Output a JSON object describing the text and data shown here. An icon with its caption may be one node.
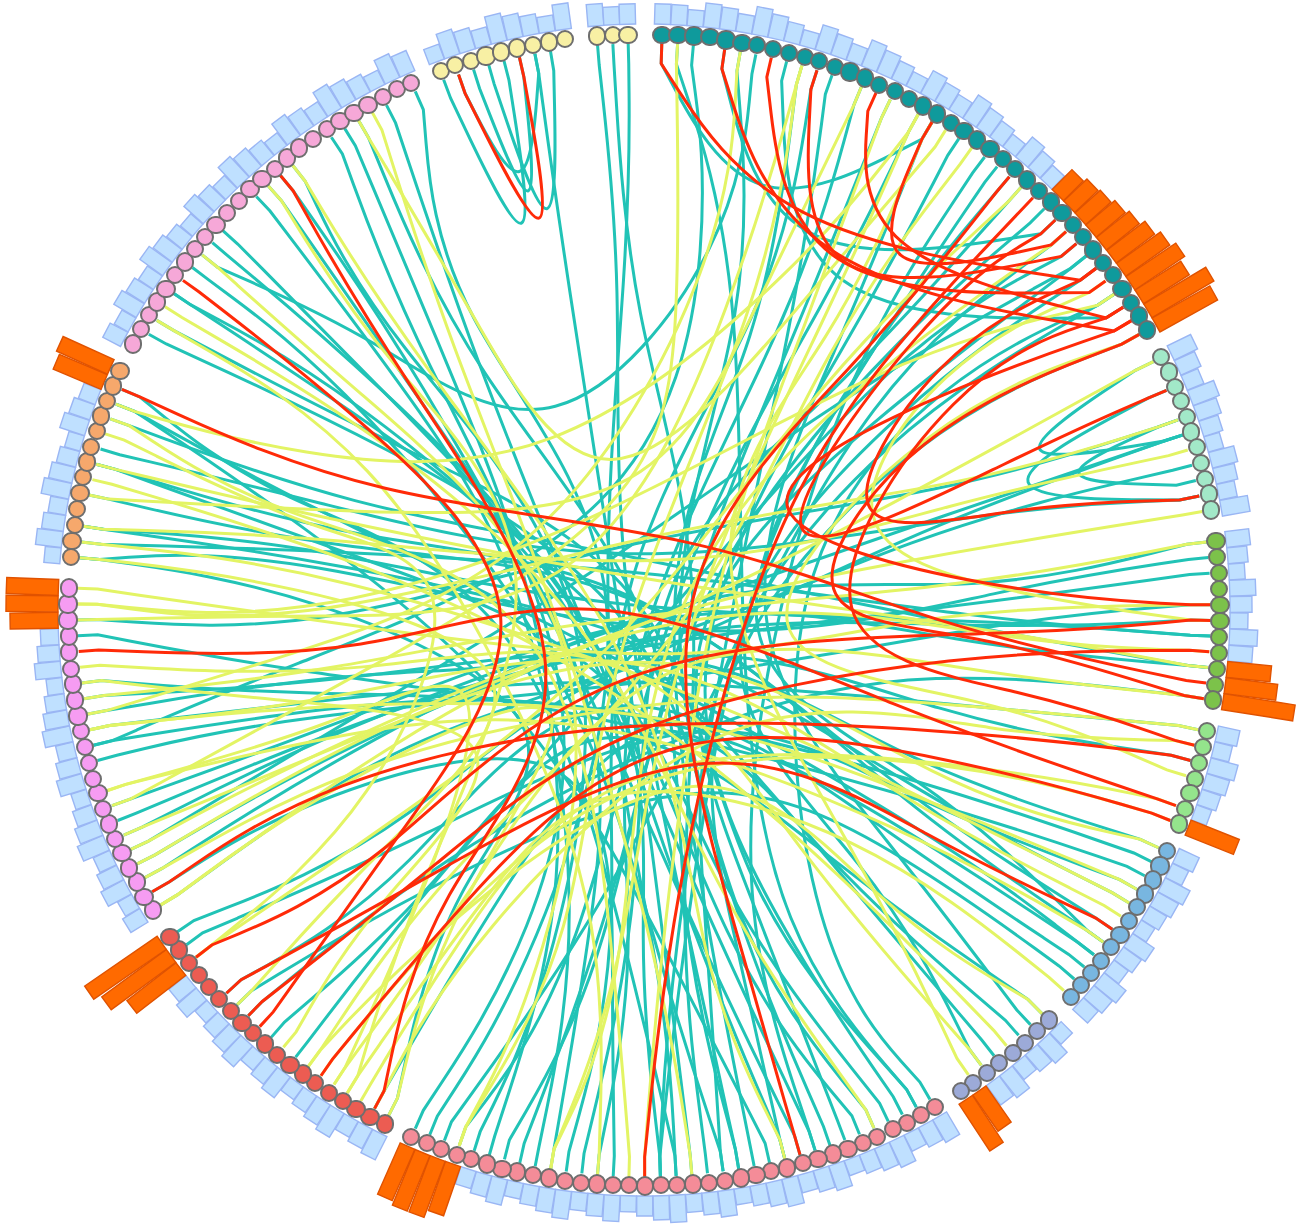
{
  "diagram": {
    "nodes": [
      {
        "text": [],
        "shape": "circle"
      },
      {
        "text": [],
        "shape": "circle"
      },
      {
        "text": [],
        "shape": "circle"
      },
      {
        "text": [],
        "shape": "circle"
      },
      {
        "text": [],
        "shape": "circle"
      },
      {
        "text": [],
        "shape": "circle"
      },
      {
        "text": [],
        "shape": "circle"
      },
      {
        "text": [],
        "shape": "circle"
      },
      {
        "text": [],
        "shape": "circle"
      },
      {
        "text": [],
        "shape": "circle"
      },
      {
        "text": [],
        "shape": "circle"
      },
      {
        "text": [],
        "shape": "circle"
      },
      {
        "text": [],
        "shape": "circle"
      },
      {
        "text": [],
        "shape": "circle"
      },
      {
        "text": [],
        "shape": "circle"
      },
      {
        "text": [],
        "shape": "circle"
      },
      {
        "text": [],
        "shape": "circle"
      },
      {
        "text": [],
        "shape": "circle"
      },
      {
        "text": [],
        "shape": "circle"
      },
      {
        "text": [],
        "shape": "circle"
      },
      {
        "text": [],
        "shape": "circle"
      },
      {
        "text": [],
        "shape": "circle"
      },
      {
        "text": [],
        "shape": "circle"
      },
      {
        "text": [],
        "shape": "circle"
      },
      {
        "text": [],
        "shape": "circle"
      },
      {
        "text": [],
        "shape": "circle"
      },
      {
        "text": [],
        "shape": "circle"
      },
      {
        "text": [],
        "shape": "circle"
      },
      {
        "text": [],
        "shape": "circle"
      },
      {
        "text": [],
        "shape": "circle"
      },
      {
        "text": [],
        "shape": "circle"
      },
      {
        "text": [],
        "shape": "circle"
      },
      {
        "text": [],
        "shape": "circle"
      },
      {
        "text": [],
        "shape": "circle"
      },
      {
        "text": [],
        "shape": "circle"
      },
      {
        "text": [],
        "shape": "circle"
      },
      {
        "text": [],
        "shape": "circle"
      },
      {
        "text": [],
        "shape": "circle"
      },
      {
        "text": [],
        "shape": "circle"
      },
      {
        "text": [],
        "shape": "circle"
      },
      {
        "text": [],
        "shape": "circle"
      },
      {
        "text": [],
        "shape": "circle"
      },
      {
        "text": [],
        "shape": "circle"
      },
      {
        "text": [],
        "shape": "circle"
      },
      {
        "text": [],
        "shape": "circle"
      },
      {
        "text": [],
        "shape": "circle"
      },
      {
        "text": [],
        "shape": "circle"
      },
      {
        "text": [],
        "shape": "circle"
      },
      {
        "text": [],
        "shape": "circle"
      },
      {
        "text": [],
        "shape": "circle"
      },
      {
        "text": [],
        "shape": "circle"
      },
      {
        "text": [],
        "shape": "circle"
      },
      {
        "text": [],
        "shape": "circle"
      },
      {
        "text": [],
        "shape": "circle"
      },
      {
        "text": [],
        "shape": "circle"
      },
      {
        "text": [],
        "shape": "circle"
      },
      {
        "text": [],
        "shape": "circle"
      },
      {
        "text": [],
        "shape": "circle"
      },
      {
        "text": [],
        "shape": "circle"
      },
      {
        "text": [],
        "shape": "circle"
      },
      {
        "text": [],
        "shape": "circle"
      },
      {
        "text": [],
        "shape": "circle"
      },
      {
        "text": [],
        "shape": "circle"
      },
      {
        "text": [],
        "shape": "circle"
      },
      {
        "text": [],
        "shape": "circle"
      },
      {
        "text": [],
        "shape": "circle"
      },
      {
        "text": [],
        "shape": "circle"
      },
      {
        "text": [],
        "shape": "circle"
      },
      {
        "text": [],
        "shape": "circle"
      },
      {
        "text": [],
        "shape": "circle"
      },
      {
        "text": [],
        "shape": "circle"
      },
      {
        "text": [],
        "shape": "circle"
      },
      {
        "text": [],
        "shape": "circle"
      },
      {
        "text": [],
        "shape": "circle"
      },
      {
        "text": [],
        "shape": "circle"
      },
      {
        "text": [],
        "shape": "circle"
      },
      {
        "text": [],
        "shape": "circle"
      },
      {
        "text": [],
        "shape": "circle"
      },
      {
        "text": [],
        "shape": "circle"
      },
      {
        "text": [],
        "shape": "circle"
      },
      {
        "text": [],
        "shape": "circle"
      },
      {
        "text": [],
        "shape": "circle"
      },
      {
        "text": [],
        "shape": "circle"
      },
      {
        "text": [],
        "shape": "circle"
      },
      {
        "text": [],
        "shape": "circle"
      },
      {
        "text": [],
        "shape": "circle"
      },
      {
        "text": [],
        "shape": "circle"
      },
      {
        "text": [],
        "shape": "circle"
      },
      {
        "text": [],
        "shape": "circle"
      },
      {
        "text": [],
        "shape": "circle"
      },
      {
        "text": [],
        "shape": "circle"
      },
      {
        "text": [],
        "shape": "circle"
      },
      {
        "text": [],
        "shape": "circle"
      },
      {
        "text": [],
        "shape": "circle"
      },
      {
        "text": [],
        "shape": "circle"
      },
      {
        "text": [],
        "shape": "circle"
      },
      {
        "text": [],
        "shape": "circle"
      },
      {
        "text": [],
        "shape": "circle"
      },
      {
        "text": [],
        "shape": "circle"
      },
      {
        "text": [],
        "shape": "circle"
      },
      {
        "text": [],
        "shape": "circle"
      },
      {
        "text": [],
        "shape": "circle"
      },
      {
        "text": [],
        "shape": "circle"
      },
      {
        "text": [],
        "shape": "circle"
      },
      {
        "text": [],
        "shape": "circle"
      },
      {
        "text": [],
        "shape": "circle"
      },
      {
        "text": [],
        "shape": "circle"
      },
      {
        "text": [],
        "shape": "circle"
      },
      {
        "text": [],
        "shape": "circle"
      },
      {
        "text": [],
        "shape": "circle"
      },
      {
        "text": [],
        "shape": "circle"
      },
      {
        "text": [],
        "shape": "circle"
      },
      {
        "text": [],
        "shape": "circle"
      },
      {
        "text": [],
        "shape": "circle"
      },
      {
        "text": [],
        "shape": "circle"
      },
      {
        "text": [],
        "shape": "circle"
      },
      {
        "text": [],
        "shape": "circle"
      },
      {
        "text": [],
        "shape": "circle"
      },
      {
        "text": [],
        "shape": "circle"
      },
      {
        "text": [],
        "shape": "circle"
      },
      {
        "text": [],
        "shape": "circle"
      },
      {
        "text": [],
        "shape": "circle"
      },
      {
        "text": [],
        "shape": "circle"
      },
      {
        "text": [],
        "shape": "circle"
      },
      {
        "text": [],
        "shape": "circle"
      },
      {
        "text": [],
        "shape": "circle"
      },
      {
        "text": [],
        "shape": "circle"
      },
      {
        "text": [],
        "shape": "circle"
      },
      {
        "text": [],
        "shape": "circle"
      },
      {
        "text": [],
        "shape": "circle"
      },
      {
        "text": [],
        "shape": "circle"
      },
      {
        "text": [],
        "shape": "circle"
      },
      {
        "text": [],
        "shape": "circle"
      },
      {
        "text": [],
        "shape": "circle"
      },
      {
        "text": [],
        "shape": "circle"
      },
      {
        "text": [],
        "shape": "circle"
      },
      {
        "text": [],
        "shape": "circle"
      },
      {
        "text": [],
        "shape": "circle"
      },
      {
        "text": [],
        "shape": "circle"
      },
      {
        "text": [],
        "shape": "circle"
      },
      {
        "text": [],
        "shape": "circle"
      },
      {
        "text": [],
        "shape": "circle"
      },
      {
        "text": [],
        "shape": "circle"
      },
      {
        "text": [],
        "shape": "circle"
      },
      {
        "text": [],
        "shape": "circle"
      },
      {
        "text": [],
        "shape": "circle"
      },
      {
        "text": [],
        "shape": "circle"
      },
      {
        "text": [],
        "shape": "circle"
      },
      {
        "text": [],
        "shape": "circle"
      },
      {
        "text": [],
        "shape": "circle"
      },
      {
        "text": [],
        "shape": "circle"
      },
      {
        "text": [],
        "shape": "circle"
      },
      {
        "text": [],
        "shape": "circle"
      },
      {
        "text": [],
        "shape": "circle"
      },
      {
        "text": [],
        "shape": "circle"
      },
      {
        "text": [],
        "shape": "circle"
      },
      {
        "text": [],
        "shape": "circle"
      },
      {
        "text": [],
        "shape": "circle"
      },
      {
        "text": [],
        "shape": "circle"
      },
      {
        "text": [],
        "shape": "circle"
      },
      {
        "text": [],
        "shape": "circle"
      },
      {
        "text": [],
        "shape": "circle"
      },
      {
        "text": [],
        "shape": "circle"
      },
      {
        "text": [],
        "shape": "circle"
      },
      {
        "text": [],
        "shape": "circle"
      },
      {
        "text": [],
        "shape": "circle"
      },
      {
        "text": [],
        "shape": "circle"
      },
      {
        "text": [],
        "shape": "circle"
      },
      {
        "text": [],
        "shape": "circle"
      },
      {
        "text": [],
        "shape": "circle"
      },
      {
        "text": [],
        "shape": "circle"
      },
      {
        "text": [],
        "shape": "circle"
      },
      {
        "text": [],
        "shape": "circle"
      },
      {
        "text": [],
        "shape": "circle"
      },
      {
        "text": [],
        "shape": "circle"
      },
      {
        "text": [],
        "shape": "circle"
      },
      {
        "text": [],
        "shape": "circle"
      },
      {
        "text": [],
        "shape": "circle"
      },
      {
        "text": [],
        "shape": "circle"
      },
      {
        "text": [],
        "shape": "circle"
      },
      {
        "text": [],
        "shape": "circle"
      },
      {
        "text": [],
        "shape": "circle"
      },
      {
        "text": [],
        "shape": "circle"
      },
      {
        "text": [],
        "shape": "circle"
      },
      {
        "text": [],
        "shape": "circle"
      },
      {
        "text": [],
        "shape": "circle"
      },
      {
        "text": [],
        "shape": "circle"
      },
      {
        "text": [],
        "shape": "circle"
      },
      {
        "text": [],
        "shape": "circle"
      },
      {
        "text": [],
        "shape": "circle"
      },
      {
        "text": [],
        "shape": "circle"
      },
      {
        "text": [],
        "shape": "circle"
      },
      {
        "text": [],
        "shape": "circle"
      },
      {
        "text": [],
        "shape": "circle"
      },
      {
        "text": [],
        "shape": "circle"
      },
      {
        "text": [],
        "shape": "circle"
      },
      {
        "text": [],
        "shape": "circle"
      },
      {
        "text": [],
        "shape": "circle"
      },
      {
        "text": [],
        "shape": "circle"
      },
      {
        "text": [],
        "shape": "circle"
      },
      {
        "text": [],
        "shape": "circle"
      },
      {
        "text": [],
        "shape": "circle"
      },
      {
        "text": [],
        "shape": "circle"
      },
      {
        "text": [],
        "shape": "circle"
      },
      {
        "text": [],
        "shape": "circle"
      },
      {
        "text": [],
        "shape": "circle"
      },
      {
        "text": [],
        "shape": "circle"
      },
      {
        "text": [],
        "shape": "circle"
      },
      {
        "text": [],
        "shape": "circle"
      },
      {
        "text": [],
        "shape": "circle"
      },
      {
        "text": [],
        "shape": "circle"
      },
      {
        "text": [],
        "shape": "circle"
      },
      {
        "text": [],
        "shape": "circle"
      }
    ],
    "edges": [
      {
        "from": 0,
        "to": 4,
        "arrow": "none"
      },
      {
        "from": 1,
        "to": 6,
        "arrow": "none"
      },
      {
        "from": 2,
        "to": 5,
        "arrow": "none"
      },
      {
        "from": 3,
        "to": 7,
        "arrow": "none"
      },
      {
        "from": 6,
        "to": 115,
        "arrow": "none"
      },
      {
        "from": 9,
        "to": 112,
        "arrow": "none"
      },
      {
        "from": 10,
        "to": 114,
        "arrow": "none"
      },
      {
        "from": 11,
        "to": 116,
        "arrow": "none"
      },
      {
        "from": 12,
        "to": 30,
        "arrow": "none"
      },
      {
        "from": 16,
        "to": 40,
        "arrow": "none"
      },
      {
        "from": 20,
        "to": 47,
        "arrow": "none"
      },
      {
        "from": 13,
        "to": 100,
        "arrow": "none"
      },
      {
        "from": 17,
        "to": 106,
        "arrow": "none"
      },
      {
        "from": 21,
        "to": 111,
        "arrow": "none"
      },
      {
        "from": 23,
        "to": 117,
        "arrow": "none"
      },
      {
        "from": 25,
        "to": 121,
        "arrow": "none"
      },
      {
        "from": 27,
        "to": 126,
        "arrow": "none"
      },
      {
        "from": 29,
        "to": 130,
        "arrow": "none"
      },
      {
        "from": 32,
        "to": 101,
        "arrow": "none"
      },
      {
        "from": 34,
        "to": 107,
        "arrow": "none"
      },
      {
        "from": 37,
        "to": 122,
        "arrow": "none"
      },
      {
        "from": 39,
        "to": 127,
        "arrow": "none"
      },
      {
        "from": 41,
        "to": 131,
        "arrow": "none"
      },
      {
        "from": 43,
        "to": 105,
        "arrow": "none"
      },
      {
        "from": 46,
        "to": 99,
        "arrow": "none"
      },
      {
        "from": 30,
        "to": 92,
        "arrow": "none"
      },
      {
        "from": 35,
        "to": 86,
        "arrow": "none"
      },
      {
        "from": 14,
        "to": 164,
        "arrow": "none"
      },
      {
        "from": 18,
        "to": 195,
        "arrow": "none"
      },
      {
        "from": 50,
        "to": 55,
        "arrow": "none"
      },
      {
        "from": 52,
        "to": 59,
        "arrow": "none"
      },
      {
        "from": 54,
        "to": 58,
        "arrow": "none"
      },
      {
        "from": 55,
        "to": 158,
        "arrow": "none"
      },
      {
        "from": 57,
        "to": 166,
        "arrow": "none"
      },
      {
        "from": 59,
        "to": 182,
        "arrow": "none"
      },
      {
        "from": 61,
        "to": 155,
        "arrow": "none"
      },
      {
        "from": 63,
        "to": 159,
        "arrow": "none"
      },
      {
        "from": 65,
        "to": 163,
        "arrow": "none"
      },
      {
        "from": 67,
        "to": 176,
        "arrow": "none"
      },
      {
        "from": 69,
        "to": 184,
        "arrow": "none"
      },
      {
        "from": 71,
        "to": 145,
        "arrow": "none"
      },
      {
        "from": 72,
        "to": 165,
        "arrow": "none"
      },
      {
        "from": 74,
        "to": 152,
        "arrow": "none"
      },
      {
        "from": 79,
        "to": 167,
        "arrow": "none"
      },
      {
        "from": 81,
        "to": 171,
        "arrow": "none"
      },
      {
        "from": 83,
        "to": 177,
        "arrow": "none"
      },
      {
        "from": 85,
        "to": 181,
        "arrow": "none"
      },
      {
        "from": 87,
        "to": 185,
        "arrow": "none"
      },
      {
        "from": 89,
        "to": 146,
        "arrow": "none"
      },
      {
        "from": 91,
        "to": 143,
        "arrow": "none"
      },
      {
        "from": 93,
        "to": 135,
        "arrow": "none"
      },
      {
        "from": 95,
        "to": 192,
        "arrow": "none"
      },
      {
        "from": 96,
        "to": 44,
        "arrow": "none"
      },
      {
        "from": 100,
        "to": 190,
        "arrow": "none"
      },
      {
        "from": 104,
        "to": 196,
        "arrow": "none"
      },
      {
        "from": 108,
        "to": 202,
        "arrow": "none"
      },
      {
        "from": 112,
        "to": 208,
        "arrow": "none"
      },
      {
        "from": 116,
        "to": 186,
        "arrow": "none"
      },
      {
        "from": 120,
        "to": 154,
        "arrow": "none"
      },
      {
        "from": 124,
        "to": 201,
        "arrow": "none"
      },
      {
        "from": 128,
        "to": 207,
        "arrow": "none"
      },
      {
        "from": 132,
        "to": 212,
        "arrow": "none"
      },
      {
        "from": 109,
        "to": 49,
        "arrow": "none"
      },
      {
        "from": 113,
        "to": 46,
        "arrow": "none"
      },
      {
        "from": 117,
        "to": 36,
        "arrow": "none"
      },
      {
        "from": 123,
        "to": 22,
        "arrow": "none"
      },
      {
        "from": 134,
        "to": 175,
        "arrow": "none"
      },
      {
        "from": 141,
        "to": 42,
        "arrow": "none"
      },
      {
        "from": 147,
        "to": 88,
        "arrow": "none"
      },
      {
        "from": 151,
        "to": 82,
        "arrow": "none"
      },
      {
        "from": 153,
        "to": 55,
        "arrow": "none"
      },
      {
        "from": 156,
        "to": 66,
        "arrow": "none"
      },
      {
        "from": 160,
        "to": 69,
        "arrow": "none"
      },
      {
        "from": 164,
        "to": 80,
        "arrow": "none"
      },
      {
        "from": 168,
        "to": 87,
        "arrow": "none"
      },
      {
        "from": 172,
        "to": 54,
        "arrow": "none"
      },
      {
        "from": 157,
        "to": 43,
        "arrow": "none"
      },
      {
        "from": 175,
        "to": 62,
        "arrow": "none"
      },
      {
        "from": 177,
        "to": 67,
        "arrow": "none"
      },
      {
        "from": 179,
        "to": 86,
        "arrow": "none"
      },
      {
        "from": 181,
        "to": 102,
        "arrow": "none"
      },
      {
        "from": 185,
        "to": 110,
        "arrow": "none"
      },
      {
        "from": 189,
        "to": 103,
        "arrow": "none"
      },
      {
        "from": 192,
        "to": 109,
        "arrow": "none"
      },
      {
        "from": 194,
        "to": 113,
        "arrow": "none"
      },
      {
        "from": 197,
        "to": 117,
        "arrow": "none"
      },
      {
        "from": 200,
        "to": 125,
        "arrow": "none"
      },
      {
        "from": 203,
        "to": 129,
        "arrow": "none"
      },
      {
        "from": 206,
        "to": 133,
        "arrow": "none"
      },
      {
        "from": 210,
        "to": 107,
        "arrow": "none"
      },
      {
        "from": 13,
        "to": 160,
        "arrow": "none",
        "color": "#e3f464"
      },
      {
        "from": 17,
        "to": 166,
        "arrow": "none",
        "color": "#e3f464"
      },
      {
        "from": 21,
        "to": 172,
        "arrow": "none",
        "color": "#e3f464"
      },
      {
        "from": 25,
        "to": 179,
        "arrow": "none",
        "color": "#e3f464"
      },
      {
        "from": 29,
        "to": 185,
        "arrow": "none",
        "color": "#e3f464"
      },
      {
        "from": 33,
        "to": 140,
        "arrow": "none",
        "color": "#e3f464"
      },
      {
        "from": 37,
        "to": 150,
        "arrow": "none",
        "color": "#e3f464"
      },
      {
        "from": 41,
        "to": 124,
        "arrow": "none",
        "color": "#e3f464"
      },
      {
        "from": 45,
        "to": 66,
        "arrow": "none",
        "color": "#e3f464"
      },
      {
        "from": 49,
        "to": 75,
        "arrow": "none",
        "color": "#e3f464"
      },
      {
        "from": 50,
        "to": 156,
        "arrow": "none",
        "color": "#e3f464"
      },
      {
        "from": 54,
        "to": 173,
        "arrow": "none",
        "color": "#e3f464"
      },
      {
        "from": 61,
        "to": 167,
        "arrow": "none",
        "color": "#e3f464"
      },
      {
        "from": 65,
        "to": 174,
        "arrow": "none",
        "color": "#e3f464"
      },
      {
        "from": 69,
        "to": 181,
        "arrow": "none",
        "color": "#e3f464"
      },
      {
        "from": 71,
        "to": 138,
        "arrow": "none",
        "color": "#e3f464"
      },
      {
        "from": 72,
        "to": 155,
        "arrow": "none",
        "color": "#e3f464"
      },
      {
        "from": 77,
        "to": 136,
        "arrow": "none",
        "color": "#e3f464"
      },
      {
        "from": 79,
        "to": 158,
        "arrow": "none",
        "color": "#e3f464"
      },
      {
        "from": 84,
        "to": 165,
        "arrow": "none",
        "color": "#e3f464"
      },
      {
        "from": 90,
        "to": 137,
        "arrow": "none",
        "color": "#e3f464"
      },
      {
        "from": 91,
        "to": 140,
        "arrow": "none",
        "color": "#e3f464"
      },
      {
        "from": 97,
        "to": 30,
        "arrow": "none",
        "color": "#e3f464"
      },
      {
        "from": 103,
        "to": 191,
        "arrow": "none",
        "color": "#e3f464"
      },
      {
        "from": 109,
        "to": 203,
        "arrow": "none",
        "color": "#e3f464"
      },
      {
        "from": 115,
        "to": 209,
        "arrow": "none",
        "color": "#e3f464"
      },
      {
        "from": 118,
        "to": 27,
        "arrow": "none",
        "color": "#e3f464"
      },
      {
        "from": 124,
        "to": 29,
        "arrow": "none",
        "color": "#e3f464"
      },
      {
        "from": 130,
        "to": 21,
        "arrow": "none",
        "color": "#e3f464"
      },
      {
        "from": 134,
        "to": 153,
        "arrow": "none",
        "color": "#e3f464"
      },
      {
        "from": 138,
        "to": 161,
        "arrow": "none",
        "color": "#e3f464"
      },
      {
        "from": 142,
        "to": 168,
        "arrow": "none",
        "color": "#e3f464"
      },
      {
        "from": 146,
        "to": 175,
        "arrow": "none",
        "color": "#e3f464"
      },
      {
        "from": 150,
        "to": 183,
        "arrow": "none",
        "color": "#e3f464"
      },
      {
        "from": 135,
        "to": 73,
        "arrow": "none",
        "color": "#e3f464"
      },
      {
        "from": 139,
        "to": 78,
        "arrow": "none",
        "color": "#e3f464"
      },
      {
        "from": 153,
        "to": 60,
        "arrow": "none",
        "color": "#e3f464"
      },
      {
        "from": 157,
        "to": 68,
        "arrow": "none",
        "color": "#e3f464"
      },
      {
        "from": 161,
        "to": 86,
        "arrow": "none",
        "color": "#e3f464"
      },
      {
        "from": 165,
        "to": 82,
        "arrow": "none",
        "color": "#e3f464"
      },
      {
        "from": 169,
        "to": 96,
        "arrow": "none",
        "color": "#e3f464"
      },
      {
        "from": 173,
        "to": 46,
        "arrow": "none",
        "color": "#e3f464"
      },
      {
        "from": 176,
        "to": 83,
        "arrow": "none",
        "color": "#e3f464"
      },
      {
        "from": 180,
        "to": 94,
        "arrow": "none",
        "color": "#e3f464"
      },
      {
        "from": 184,
        "to": 119,
        "arrow": "none",
        "color": "#e3f464"
      },
      {
        "from": 177,
        "to": 56,
        "arrow": "none",
        "color": "#e3f464"
      },
      {
        "from": 190,
        "to": 121,
        "arrow": "none",
        "color": "#e3f464"
      },
      {
        "from": 195,
        "to": 130,
        "arrow": "none",
        "color": "#e3f464"
      },
      {
        "from": 201,
        "to": 137,
        "arrow": "none",
        "color": "#e3f464"
      },
      {
        "from": 208,
        "to": 31,
        "arrow": "none",
        "color": "#e3f464"
      },
      {
        "from": 5,
        "to": 1,
        "arrow": "none",
        "color": "#ff2a08"
      },
      {
        "from": 12,
        "to": 44,
        "arrow": "none",
        "color": "#ff2a08"
      },
      {
        "from": 16,
        "to": 48,
        "arrow": "none",
        "color": "#ff2a08"
      },
      {
        "from": 22,
        "to": 42,
        "arrow": "none",
        "color": "#ff2a08"
      },
      {
        "from": 26,
        "to": 47,
        "arrow": "none",
        "color": "#ff2a08"
      },
      {
        "from": 30,
        "to": 41,
        "arrow": "none",
        "color": "#ff2a08"
      },
      {
        "from": 19,
        "to": 45,
        "arrow": "none",
        "color": "#ff2a08"
      },
      {
        "from": 40,
        "to": 52,
        "arrow": "none",
        "color": "#ff2a08"
      },
      {
        "from": 44,
        "to": 59,
        "arrow": "none",
        "color": "#ff2a08"
      },
      {
        "from": 48,
        "to": 65,
        "arrow": "none",
        "color": "#ff2a08"
      },
      {
        "from": 49,
        "to": 71,
        "arrow": "none",
        "color": "#ff2a08"
      },
      {
        "from": 47,
        "to": 73,
        "arrow": "none",
        "color": "#ff2a08"
      },
      {
        "from": 36,
        "to": 108,
        "arrow": "none",
        "color": "#ff2a08"
      },
      {
        "from": 38,
        "to": 118,
        "arrow": "none",
        "color": "#ff2a08"
      },
      {
        "from": 74,
        "to": 154,
        "arrow": "none",
        "color": "#ff2a08"
      },
      {
        "from": 78,
        "to": 139,
        "arrow": "none",
        "color": "#ff2a08"
      },
      {
        "from": 70,
        "to": 186,
        "arrow": "none",
        "color": "#ff2a08"
      },
      {
        "from": 66,
        "to": 150,
        "arrow": "none",
        "color": "#ff2a08"
      },
      {
        "from": 202,
        "to": 135,
        "arrow": "none",
        "color": "#ff2a08"
      },
      {
        "from": 193,
        "to": 144,
        "arrow": "none",
        "color": "#ff2a08"
      },
      {
        "from": 170,
        "to": 77,
        "arrow": "none",
        "color": "#ff2a08"
      },
      {
        "from": 85,
        "to": 147,
        "arrow": "none",
        "color": "#ff2a08"
      },
      {
        "from": 145,
        "to": 68,
        "arrow": "none",
        "color": "#ff2a08"
      }
    ]
  }
}
